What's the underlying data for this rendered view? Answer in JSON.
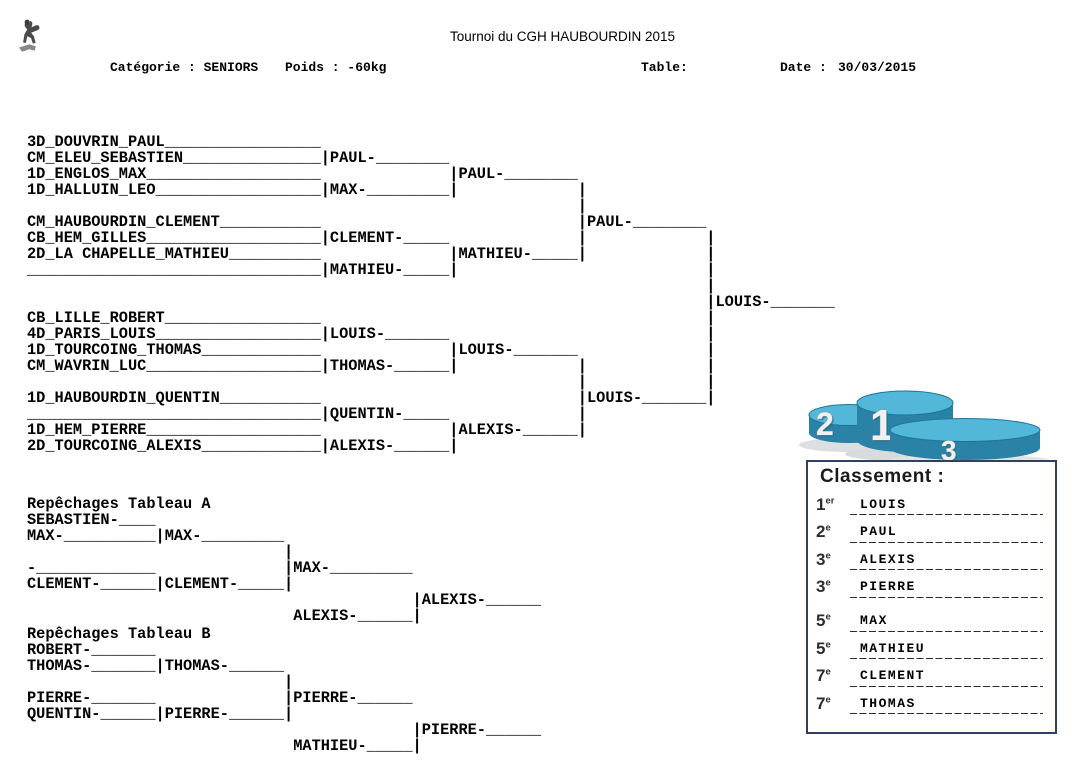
{
  "header": {
    "title": "Tournoi du CGH HAUBOURDIN 2015",
    "category": "Catégorie : SENIORS",
    "weight": "Poids : -60kg",
    "table": "Table:",
    "date_label": "Date :",
    "date_value": "30/03/2015"
  },
  "bracket": {
    "main_lines": [
      "3D_DOUVRIN_PAUL_________________",
      "CM_ELEU_SEBASTIEN_______________|PAUL-________",
      "1D_ENGLOS_MAX___________________              |PAUL-________",
      "1D_HALLUIN_LEO__________________|MAX-_________|             |",
      "                                                            |",
      "CM_HAUBOURDIN_CLEMENT___________                            |PAUL-________",
      "CB_HEM_GILLES___________________|CLEMENT-_____              |             |",
      "2D_LA CHAPELLE_MATHIEU__________              |MATHIEU-_____|             |",
      "________________________________|MATHIEU-_____|                           |",
      "                                                                          |",
      "                                                                          |LOUIS-_______",
      "CB_LILLE_ROBERT_________________                                          |",
      "4D_PARIS_LOUIS__________________|LOUIS-_______                            |",
      "1D_TOURCOING_THOMAS_____________              |LOUIS-_______              |",
      "CM_WAVRIN_LUC___________________|THOMAS-______|             |             |",
      "                                                            |             |",
      "1D_HAUBOURDIN_QUENTIN___________                            |LOUIS-_______|",
      "________________________________|QUENTIN-_____              |",
      "1D_HEM_PIERRE___________________              |ALEXIS-______|",
      "2D_TOURCOING_ALEXIS_____________|ALEXIS-______|"
    ],
    "repechage_a_lines": [
      "Repêchages Tableau A",
      "SEBASTIEN-____",
      "MAX-__________|MAX-_________",
      "                            |",
      "-_____________              |MAX-_________",
      "CLEMENT-______|CLEMENT-_____|",
      "                                          |ALEXIS-______",
      "                             ALEXIS-______|"
    ],
    "repechage_b_lines": [
      "Repêchages Tableau B",
      "ROBERT-_______",
      "THOMAS-_______|THOMAS-______",
      "                            |",
      "PIERRE-_______              |PIERRE-______",
      "QUENTIN-______|PIERRE-______|",
      "                                          |PIERRE-______",
      "                             MATHIEU-_____|"
    ]
  },
  "podium": {
    "first": "1",
    "second": "2",
    "third": "3",
    "colors": {
      "body": "#2a83a6",
      "top": "#52b7d8",
      "rim": "#19769b"
    }
  },
  "classement": {
    "title": "Classement :",
    "border_color": "#333f5e",
    "rows": [
      {
        "rank": "1",
        "suffix": "er",
        "name": "LOUIS"
      },
      {
        "rank": "2",
        "suffix": "e",
        "name": "PAUL"
      },
      {
        "rank": "3",
        "suffix": "e",
        "name": "ALEXIS"
      },
      {
        "rank": "3",
        "suffix": "e",
        "name": "PIERRE"
      },
      {
        "rank": "5",
        "suffix": "e",
        "name": "MAX"
      },
      {
        "rank": "5",
        "suffix": "e",
        "name": "MATHIEU"
      },
      {
        "rank": "7",
        "suffix": "e",
        "name": "CLEMENT"
      },
      {
        "rank": "7",
        "suffix": "e",
        "name": "THOMAS"
      }
    ]
  }
}
